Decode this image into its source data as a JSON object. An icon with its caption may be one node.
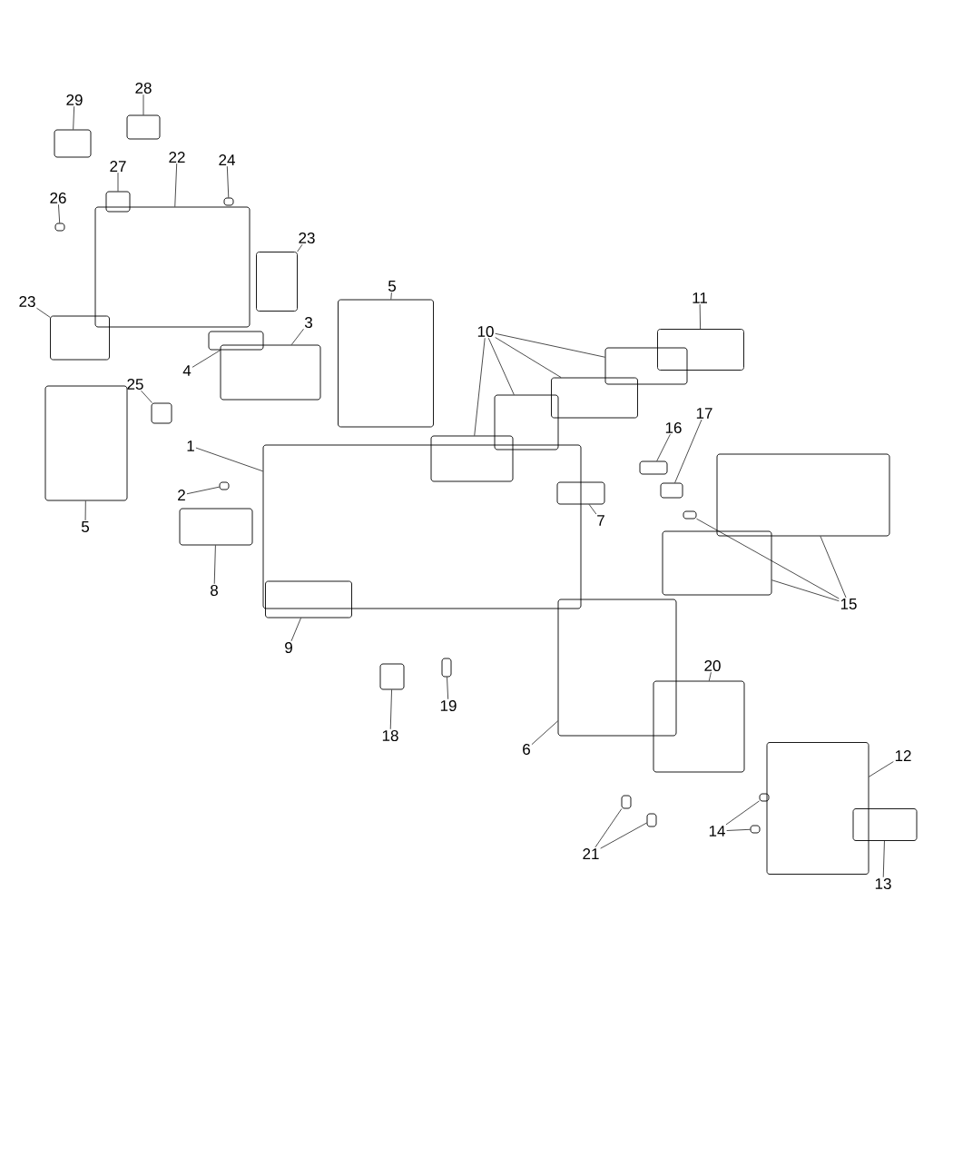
{
  "diagram": {
    "nodes": [
      {
        "text": [
          "29"
        ]
      },
      {
        "text": [
          "28"
        ]
      },
      {
        "text": [
          "27"
        ]
      },
      {
        "text": [
          "22"
        ]
      },
      {
        "text": [
          "24"
        ]
      },
      {
        "text": [
          "26"
        ]
      },
      {
        "text": [
          "23"
        ]
      },
      {
        "text": [
          "23"
        ]
      },
      {
        "text": [
          "5"
        ]
      },
      {
        "text": [
          "11"
        ]
      },
      {
        "text": [
          "10"
        ]
      },
      {
        "text": [
          "3"
        ]
      },
      {
        "text": [
          "4"
        ]
      },
      {
        "text": [
          "25"
        ]
      },
      {
        "text": [
          "16"
        ]
      },
      {
        "text": [
          "17"
        ]
      },
      {
        "text": [
          "1"
        ]
      },
      {
        "text": [
          "2"
        ]
      },
      {
        "text": [
          "5"
        ]
      },
      {
        "text": [
          "7"
        ]
      },
      {
        "text": [
          "15"
        ]
      },
      {
        "text": [
          "8"
        ]
      },
      {
        "text": [
          "9"
        ]
      },
      {
        "text": [
          "20"
        ]
      },
      {
        "text": [
          "19"
        ]
      },
      {
        "text": [
          "18"
        ]
      },
      {
        "text": [
          "6"
        ]
      },
      {
        "text": [
          "12"
        ]
      },
      {
        "text": [
          "14"
        ]
      },
      {
        "text": [
          "21"
        ]
      },
      {
        "text": [
          "13"
        ]
      },
      {
        "text": [],
        "shape": "box"
      },
      {
        "text": [],
        "shape": "box"
      },
      {
        "text": [],
        "shape": "box"
      },
      {
        "text": [],
        "shape": "box"
      },
      {
        "text": [],
        "shape": "box"
      },
      {
        "text": [],
        "shape": "box"
      },
      {
        "text": [],
        "shape": "box"
      },
      {
        "text": [],
        "shape": "box"
      },
      {
        "text": [],
        "shape": "box"
      },
      {
        "text": [],
        "shape": "box"
      },
      {
        "text": [],
        "shape": "box"
      },
      {
        "text": [],
        "shape": "box"
      },
      {
        "text": [],
        "shape": "box"
      },
      {
        "text": [],
        "shape": "box"
      },
      {
        "text": [],
        "shape": "box"
      },
      {
        "text": [],
        "shape": "box"
      },
      {
        "text": [],
        "shape": "box"
      },
      {
        "text": [],
        "shape": "box"
      },
      {
        "text": [],
        "shape": "box"
      },
      {
        "text": [],
        "shape": "box"
      },
      {
        "text": [],
        "shape": "box"
      },
      {
        "text": [],
        "shape": "box"
      },
      {
        "text": [],
        "shape": "box"
      },
      {
        "text": [],
        "shape": "box"
      },
      {
        "text": [],
        "shape": "box"
      },
      {
        "text": [],
        "shape": "box"
      },
      {
        "text": [],
        "shape": "box"
      },
      {
        "text": [],
        "shape": "box"
      },
      {
        "text": [],
        "shape": "box"
      },
      {
        "text": [],
        "shape": "box"
      },
      {
        "text": [],
        "shape": "box"
      },
      {
        "text": [],
        "shape": "box"
      },
      {
        "text": [],
        "shape": "box"
      },
      {
        "text": [],
        "shape": "box"
      },
      {
        "text": [],
        "shape": "box"
      },
      {
        "text": [],
        "shape": "box"
      },
      {
        "text": [],
        "shape": "box"
      },
      {
        "text": [],
        "shape": "box"
      }
    ],
    "edges": [
      {
        "from": 0,
        "to": 31,
        "arrow": "none"
      },
      {
        "from": 1,
        "to": 32,
        "arrow": "none"
      },
      {
        "from": 2,
        "to": 33,
        "arrow": "none"
      },
      {
        "from": 3,
        "to": 34,
        "arrow": "none"
      },
      {
        "from": 4,
        "to": 35,
        "arrow": "none"
      },
      {
        "from": 5,
        "to": 36,
        "arrow": "none"
      },
      {
        "from": 6,
        "to": 37,
        "arrow": "none"
      },
      {
        "from": 7,
        "to": 38,
        "arrow": "none"
      },
      {
        "from": 8,
        "to": 39,
        "arrow": "none"
      },
      {
        "from": 9,
        "to": 40,
        "arrow": "none"
      },
      {
        "from": 10,
        "to": 41,
        "arrow": "none"
      },
      {
        "from": 10,
        "to": 42,
        "arrow": "none"
      },
      {
        "from": 10,
        "to": 43,
        "arrow": "none"
      },
      {
        "from": 10,
        "to": 44,
        "arrow": "none"
      },
      {
        "from": 11,
        "to": 45,
        "arrow": "none"
      },
      {
        "from": 12,
        "to": 46,
        "arrow": "none"
      },
      {
        "from": 13,
        "to": 47,
        "arrow": "none"
      },
      {
        "from": 14,
        "to": 48,
        "arrow": "none"
      },
      {
        "from": 15,
        "to": 49,
        "arrow": "none"
      },
      {
        "from": 16,
        "to": 50,
        "arrow": "none"
      },
      {
        "from": 17,
        "to": 51,
        "arrow": "none"
      },
      {
        "from": 18,
        "to": 52,
        "arrow": "none"
      },
      {
        "from": 19,
        "to": 53,
        "arrow": "none"
      },
      {
        "from": 20,
        "to": 54,
        "arrow": "none"
      },
      {
        "from": 20,
        "to": 55,
        "arrow": "none"
      },
      {
        "from": 20,
        "to": 56,
        "arrow": "none"
      },
      {
        "from": 21,
        "to": 57,
        "arrow": "none"
      },
      {
        "from": 22,
        "to": 58,
        "arrow": "none"
      },
      {
        "from": 23,
        "to": 59,
        "arrow": "none"
      },
      {
        "from": 24,
        "to": 60,
        "arrow": "none"
      },
      {
        "from": 25,
        "to": 61,
        "arrow": "none"
      },
      {
        "from": 26,
        "to": 62,
        "arrow": "none"
      },
      {
        "from": 27,
        "to": 63,
        "arrow": "none"
      },
      {
        "from": 28,
        "to": 64,
        "arrow": "none"
      },
      {
        "from": 28,
        "to": 65,
        "arrow": "none"
      },
      {
        "from": 29,
        "to": 66,
        "arrow": "none"
      },
      {
        "from": 29,
        "to": 67,
        "arrow": "none"
      },
      {
        "from": 30,
        "to": 68,
        "arrow": "none"
      }
    ]
  }
}
